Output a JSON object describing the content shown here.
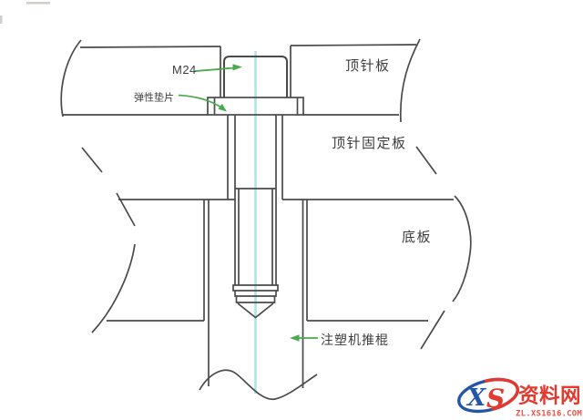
{
  "labels": {
    "m24": "M24",
    "elastic_washer": "弹性垫片",
    "ejector_plate": "顶针板",
    "ejector_retainer_plate": "顶针固定板",
    "bottom_plate": "底板",
    "machine_push_rod": "注塑机推棍"
  },
  "watermark": {
    "logo_x": "X",
    "logo_s": "S",
    "site_name": "资料网",
    "site_url": "ZL.XS1616.COM"
  },
  "colors": {
    "drawing_line": "#4a4a4a",
    "annotation_green": "#4aab50",
    "centerline": "#aee3e7",
    "watermark_blue": "#2456a8",
    "watermark_red": "#e23a2e",
    "background": "#ffffff"
  }
}
